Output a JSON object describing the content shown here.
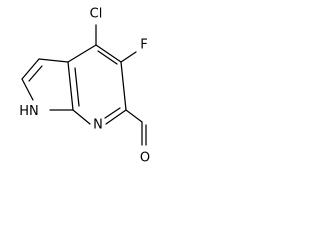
{
  "molecule": {
    "atoms": {
      "chlorine": "Cl",
      "fluorine": "F",
      "pyrrole_nh": "H\nN",
      "pyridine_n": "N",
      "aldehyde_o": "O"
    }
  }
}
